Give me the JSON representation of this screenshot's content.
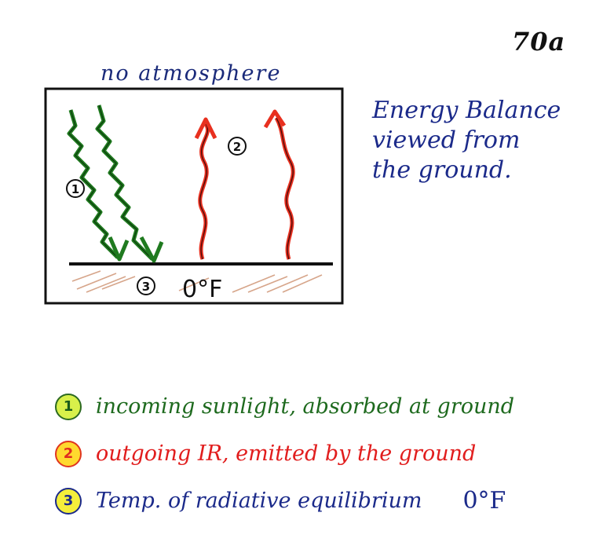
{
  "page_number": "70a",
  "diagram": {
    "top_label": "no atmosphere",
    "label_one": "1",
    "label_two": "2",
    "label_three": "3",
    "ground_temperature": "0°F"
  },
  "title": {
    "lines": [
      "Energy Balance",
      "viewed from",
      "the ground."
    ]
  },
  "legend": [
    {
      "number": "1",
      "text": "incoming sunlight, absorbed at ground"
    },
    {
      "number": "2",
      "text": "outgoing IR, emitted by the ground"
    },
    {
      "number": "3",
      "text": "Temp. of radiative equilibrium",
      "value": "0°F"
    }
  ],
  "colors": {
    "sunlight": "#1f7a1f",
    "infrared": "#e8301f",
    "ink_blue": "#1b2a8a",
    "ground_hatch": "#c98763"
  }
}
